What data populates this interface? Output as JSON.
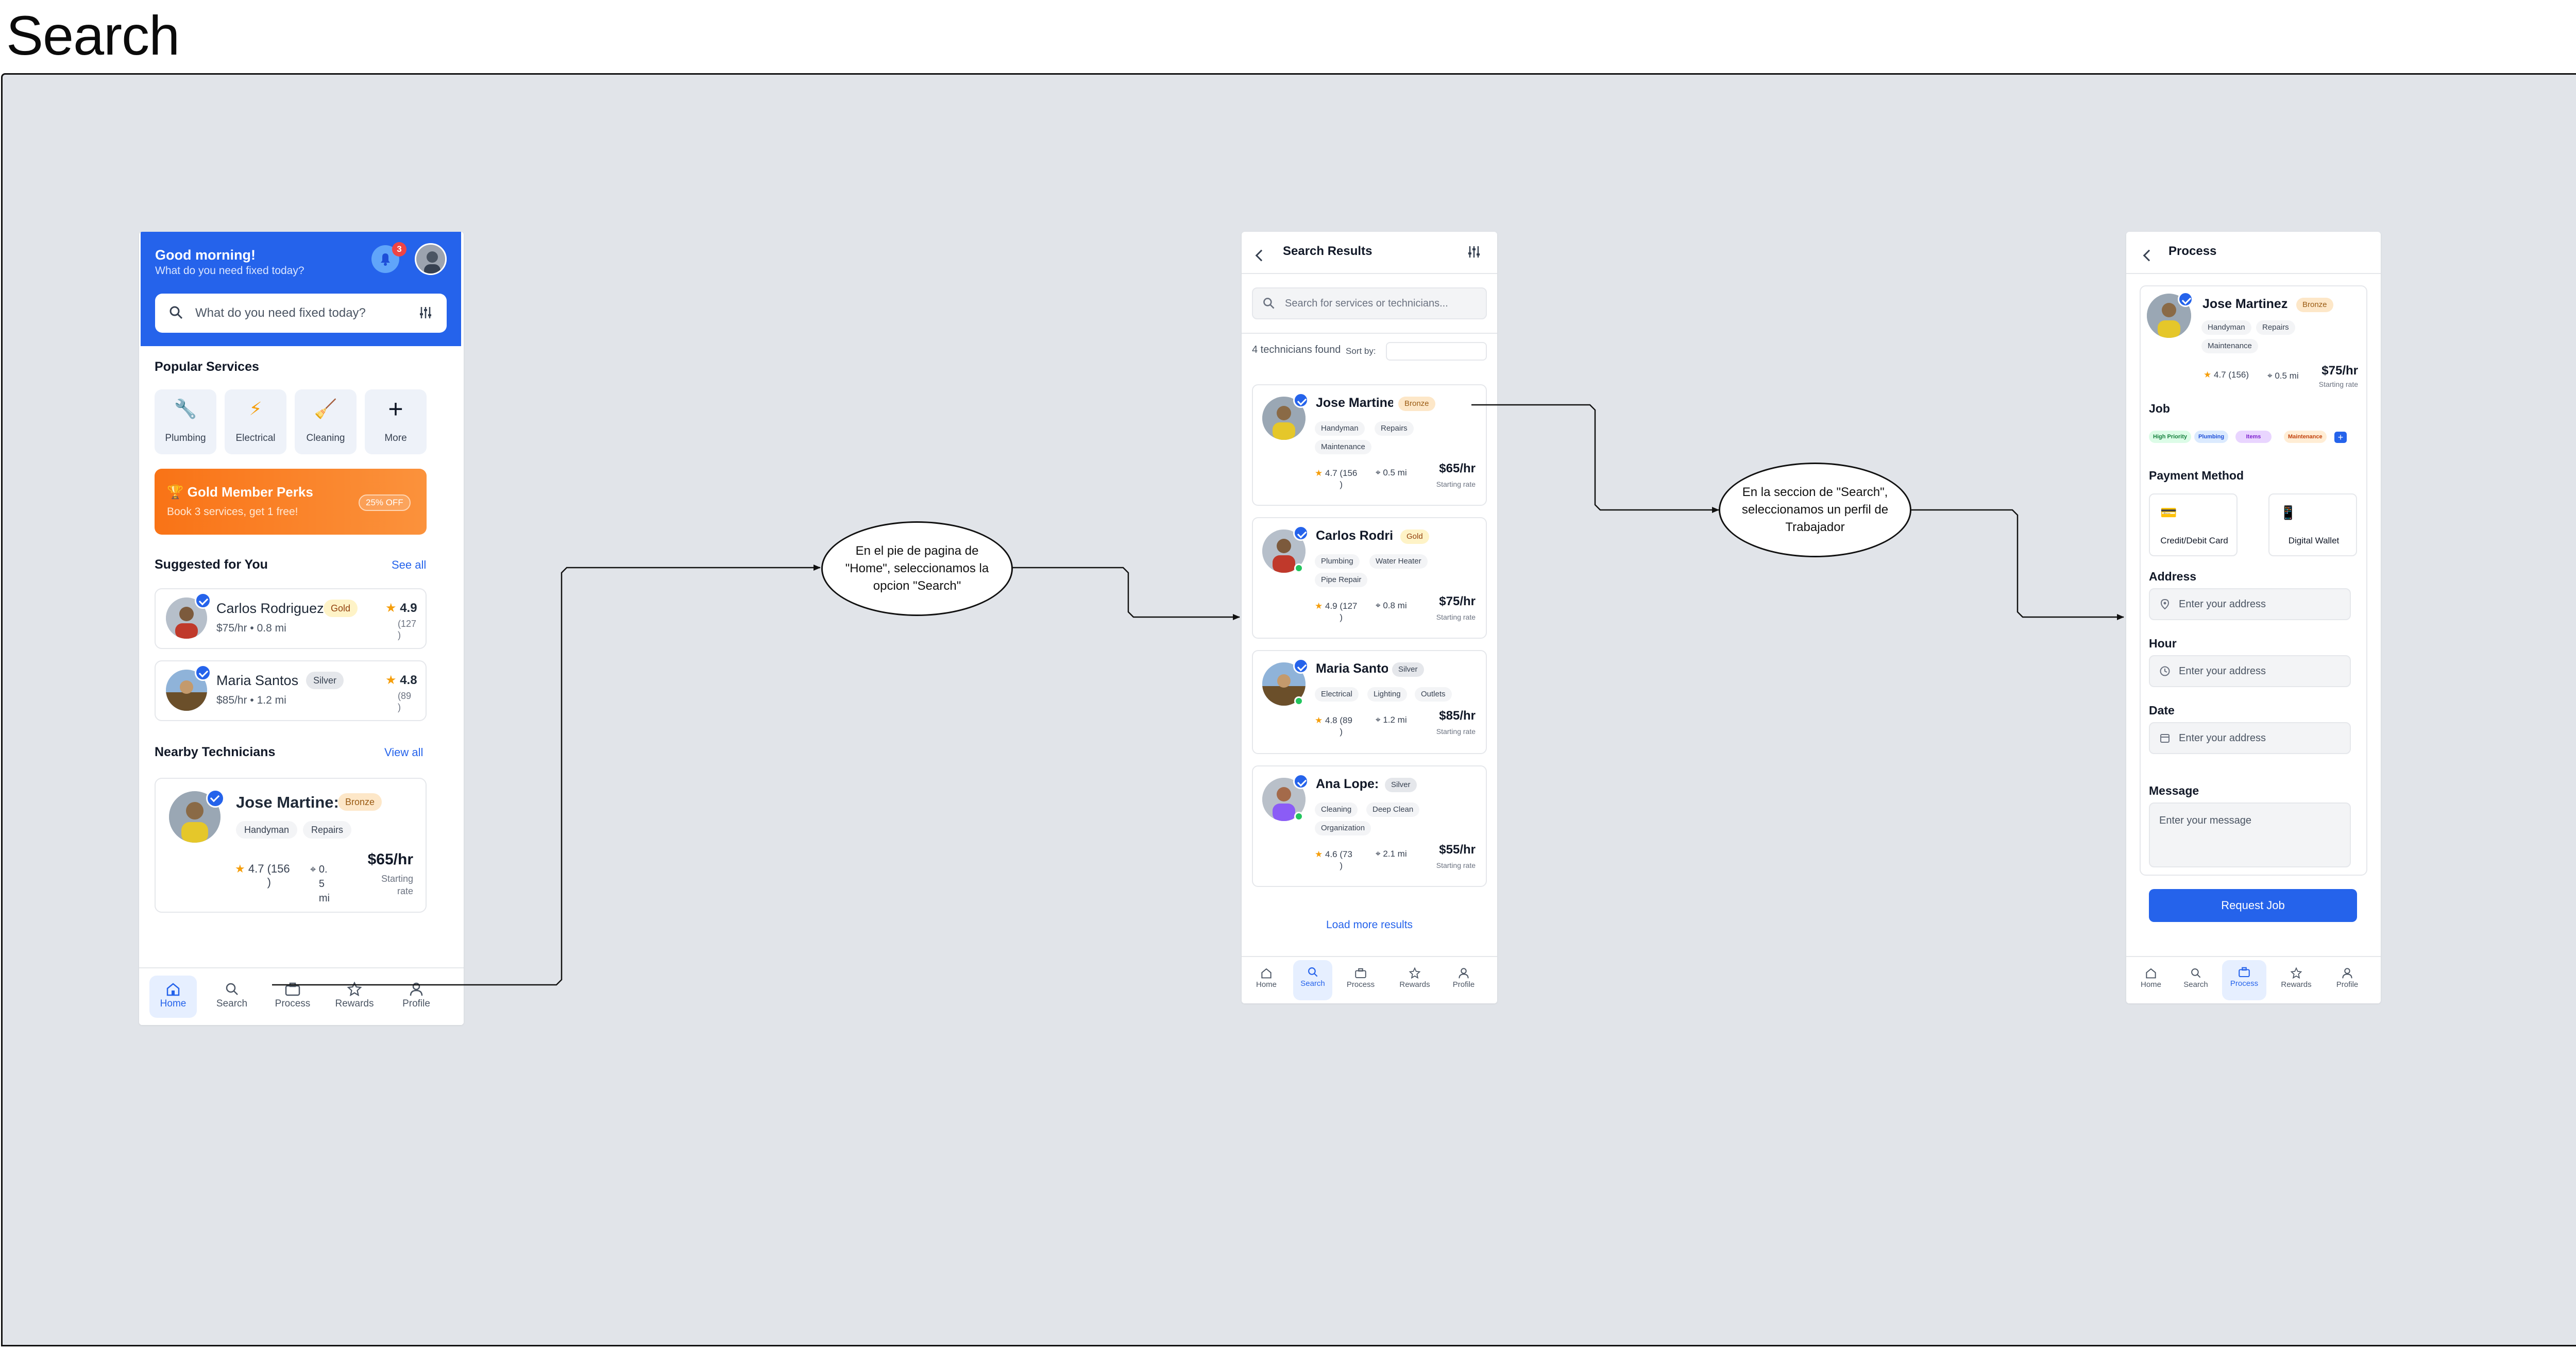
{
  "page": {
    "title": "Search"
  },
  "home": {
    "greeting": "Good morning!",
    "subtitle": "What do you need fixed today?",
    "notification_count": "3",
    "search_placeholder": "What do you need fixed today?",
    "popular_title": "Popular Services",
    "services": [
      {
        "label": "Plumbing",
        "icon": "wrench-icon"
      },
      {
        "label": "Electrical",
        "icon": "lightning-icon"
      },
      {
        "label": "Cleaning",
        "icon": "broom-icon"
      },
      {
        "label": "More",
        "icon": "plus-icon"
      }
    ],
    "perks": {
      "title": "Gold Member Perks",
      "subtitle": "Book 3 services, get 1 free!",
      "badge": "25% OFF"
    },
    "suggested_title": "Suggested for You",
    "suggested_link": "See all",
    "suggested": [
      {
        "name": "Carlos Rodriguez",
        "tier": "Gold",
        "meta": "$75/hr • 0.8 mi",
        "rating": "4.9",
        "reviews": "(127\n)"
      },
      {
        "name": "Maria Santos",
        "tier": "Silver",
        "meta": "$85/hr • 1.2 mi",
        "rating": "4.8",
        "reviews": "(89\n)"
      }
    ],
    "nearby_title": "Nearby Technicians",
    "nearby_link": "View all",
    "nearby": {
      "name": "Jose Martine:",
      "tier": "Bronze",
      "tags": [
        "Handyman",
        "Repairs"
      ],
      "rating": "4.7",
      "reviews": "(156\n)",
      "distance": "0.\n5\nmi",
      "price": "$65/hr",
      "price_label": "Starting rate"
    },
    "nav": [
      {
        "label": "Home",
        "icon": "home-icon",
        "active": true
      },
      {
        "label": "Search",
        "icon": "search-icon"
      },
      {
        "label": "Process",
        "icon": "briefcase-icon"
      },
      {
        "label": "Rewards",
        "icon": "star-icon"
      },
      {
        "label": "Profile",
        "icon": "user-icon"
      }
    ]
  },
  "search_results": {
    "title": "Search Results",
    "search_placeholder": "Search for services or technicians...",
    "count_text": "4 technicians found",
    "sort_label": "Sort by:",
    "technicians": [
      {
        "name": "Jose Martine:",
        "tier": "Bronze",
        "tags": [
          "Handyman",
          "Repairs",
          "Maintenance"
        ],
        "rating": "4.7",
        "reviews": "(156\n)",
        "distance": "0.5 mi",
        "price": "$65/hr",
        "price_label": "Starting rate"
      },
      {
        "name": "Carlos Rodrigue",
        "tier": "Gold",
        "tags": [
          "Plumbing",
          "Water Heater",
          "Pipe Repair"
        ],
        "rating": "4.9",
        "reviews": "(127\n)",
        "distance": "0.8 mi",
        "price": "$75/hr",
        "price_label": "Starting rate"
      },
      {
        "name": "Maria Santos",
        "tier": "Silver",
        "tags": [
          "Electrical",
          "Lighting",
          "Outlets"
        ],
        "rating": "4.8",
        "reviews": "(89\n)",
        "distance": "1.2 mi",
        "price": "$85/hr",
        "price_label": "Starting rate"
      },
      {
        "name": "Ana Lope:",
        "tier": "Silver",
        "tags": [
          "Cleaning",
          "Deep Clean",
          "Organization"
        ],
        "rating": "4.6",
        "reviews": "(73\n)",
        "distance": "2.1 mi",
        "price": "$55/hr",
        "price_label": "Starting rate"
      }
    ],
    "load_more": "Load more results",
    "nav": [
      {
        "label": "Home",
        "icon": "home-icon"
      },
      {
        "label": "Search",
        "icon": "search-icon",
        "active": true
      },
      {
        "label": "Process",
        "icon": "briefcase-icon"
      },
      {
        "label": "Rewards",
        "icon": "star-icon"
      },
      {
        "label": "Profile",
        "icon": "user-icon"
      }
    ]
  },
  "process": {
    "title": "Process",
    "technician": {
      "name": "Jose Martinez",
      "tier": "Bronze",
      "tags": [
        "Handyman",
        "Repairs",
        "Maintenance"
      ],
      "rating": "4.7 (156)",
      "distance": "0.5 mi",
      "price": "$75/hr",
      "price_label": "Starting rate"
    },
    "job_label": "Job",
    "job_tags": [
      {
        "label": "High Priority",
        "bg": "#dcfce7",
        "fg": "#15803d"
      },
      {
        "label": "Plumbing",
        "bg": "#dbeafe",
        "fg": "#1d4ed8"
      },
      {
        "label": "Items",
        "bg": "#e9d5ff",
        "fg": "#7e22ce"
      },
      {
        "label": "Maintenance",
        "bg": "#ffedd5",
        "fg": "#c2410c"
      }
    ],
    "payment_label": "Payment Method",
    "payments": [
      {
        "label": "Credit/Debit Card",
        "icon": "credit-card-icon"
      },
      {
        "label": "Digital Wallet",
        "icon": "phone-wallet-icon"
      }
    ],
    "address_label": "Address",
    "address_placeholder": "Enter your address",
    "hour_label": "Hour",
    "hour_placeholder": "Enter your address",
    "date_label": "Date",
    "date_placeholder": "Enter your address",
    "message_label": "Message",
    "message_placeholder": "Enter your message",
    "request_button": "Request Job",
    "nav": [
      {
        "label": "Home",
        "icon": "home-icon"
      },
      {
        "label": "Search",
        "icon": "search-icon"
      },
      {
        "label": "Process",
        "icon": "briefcase-icon",
        "active": true
      },
      {
        "label": "Rewards",
        "icon": "star-icon"
      },
      {
        "label": "Profile",
        "icon": "user-icon"
      }
    ]
  },
  "callouts": [
    {
      "text": "En el pie de pagina de \"Home\", seleccionamos la opcion \"Search\""
    },
    {
      "text": "En la seccion de \"Search\", seleccionamos un perfil de Trabajador"
    }
  ],
  "colors": {
    "primary": "#2563eb",
    "canvas": "#e1e4e9",
    "perks": "#f97316"
  }
}
